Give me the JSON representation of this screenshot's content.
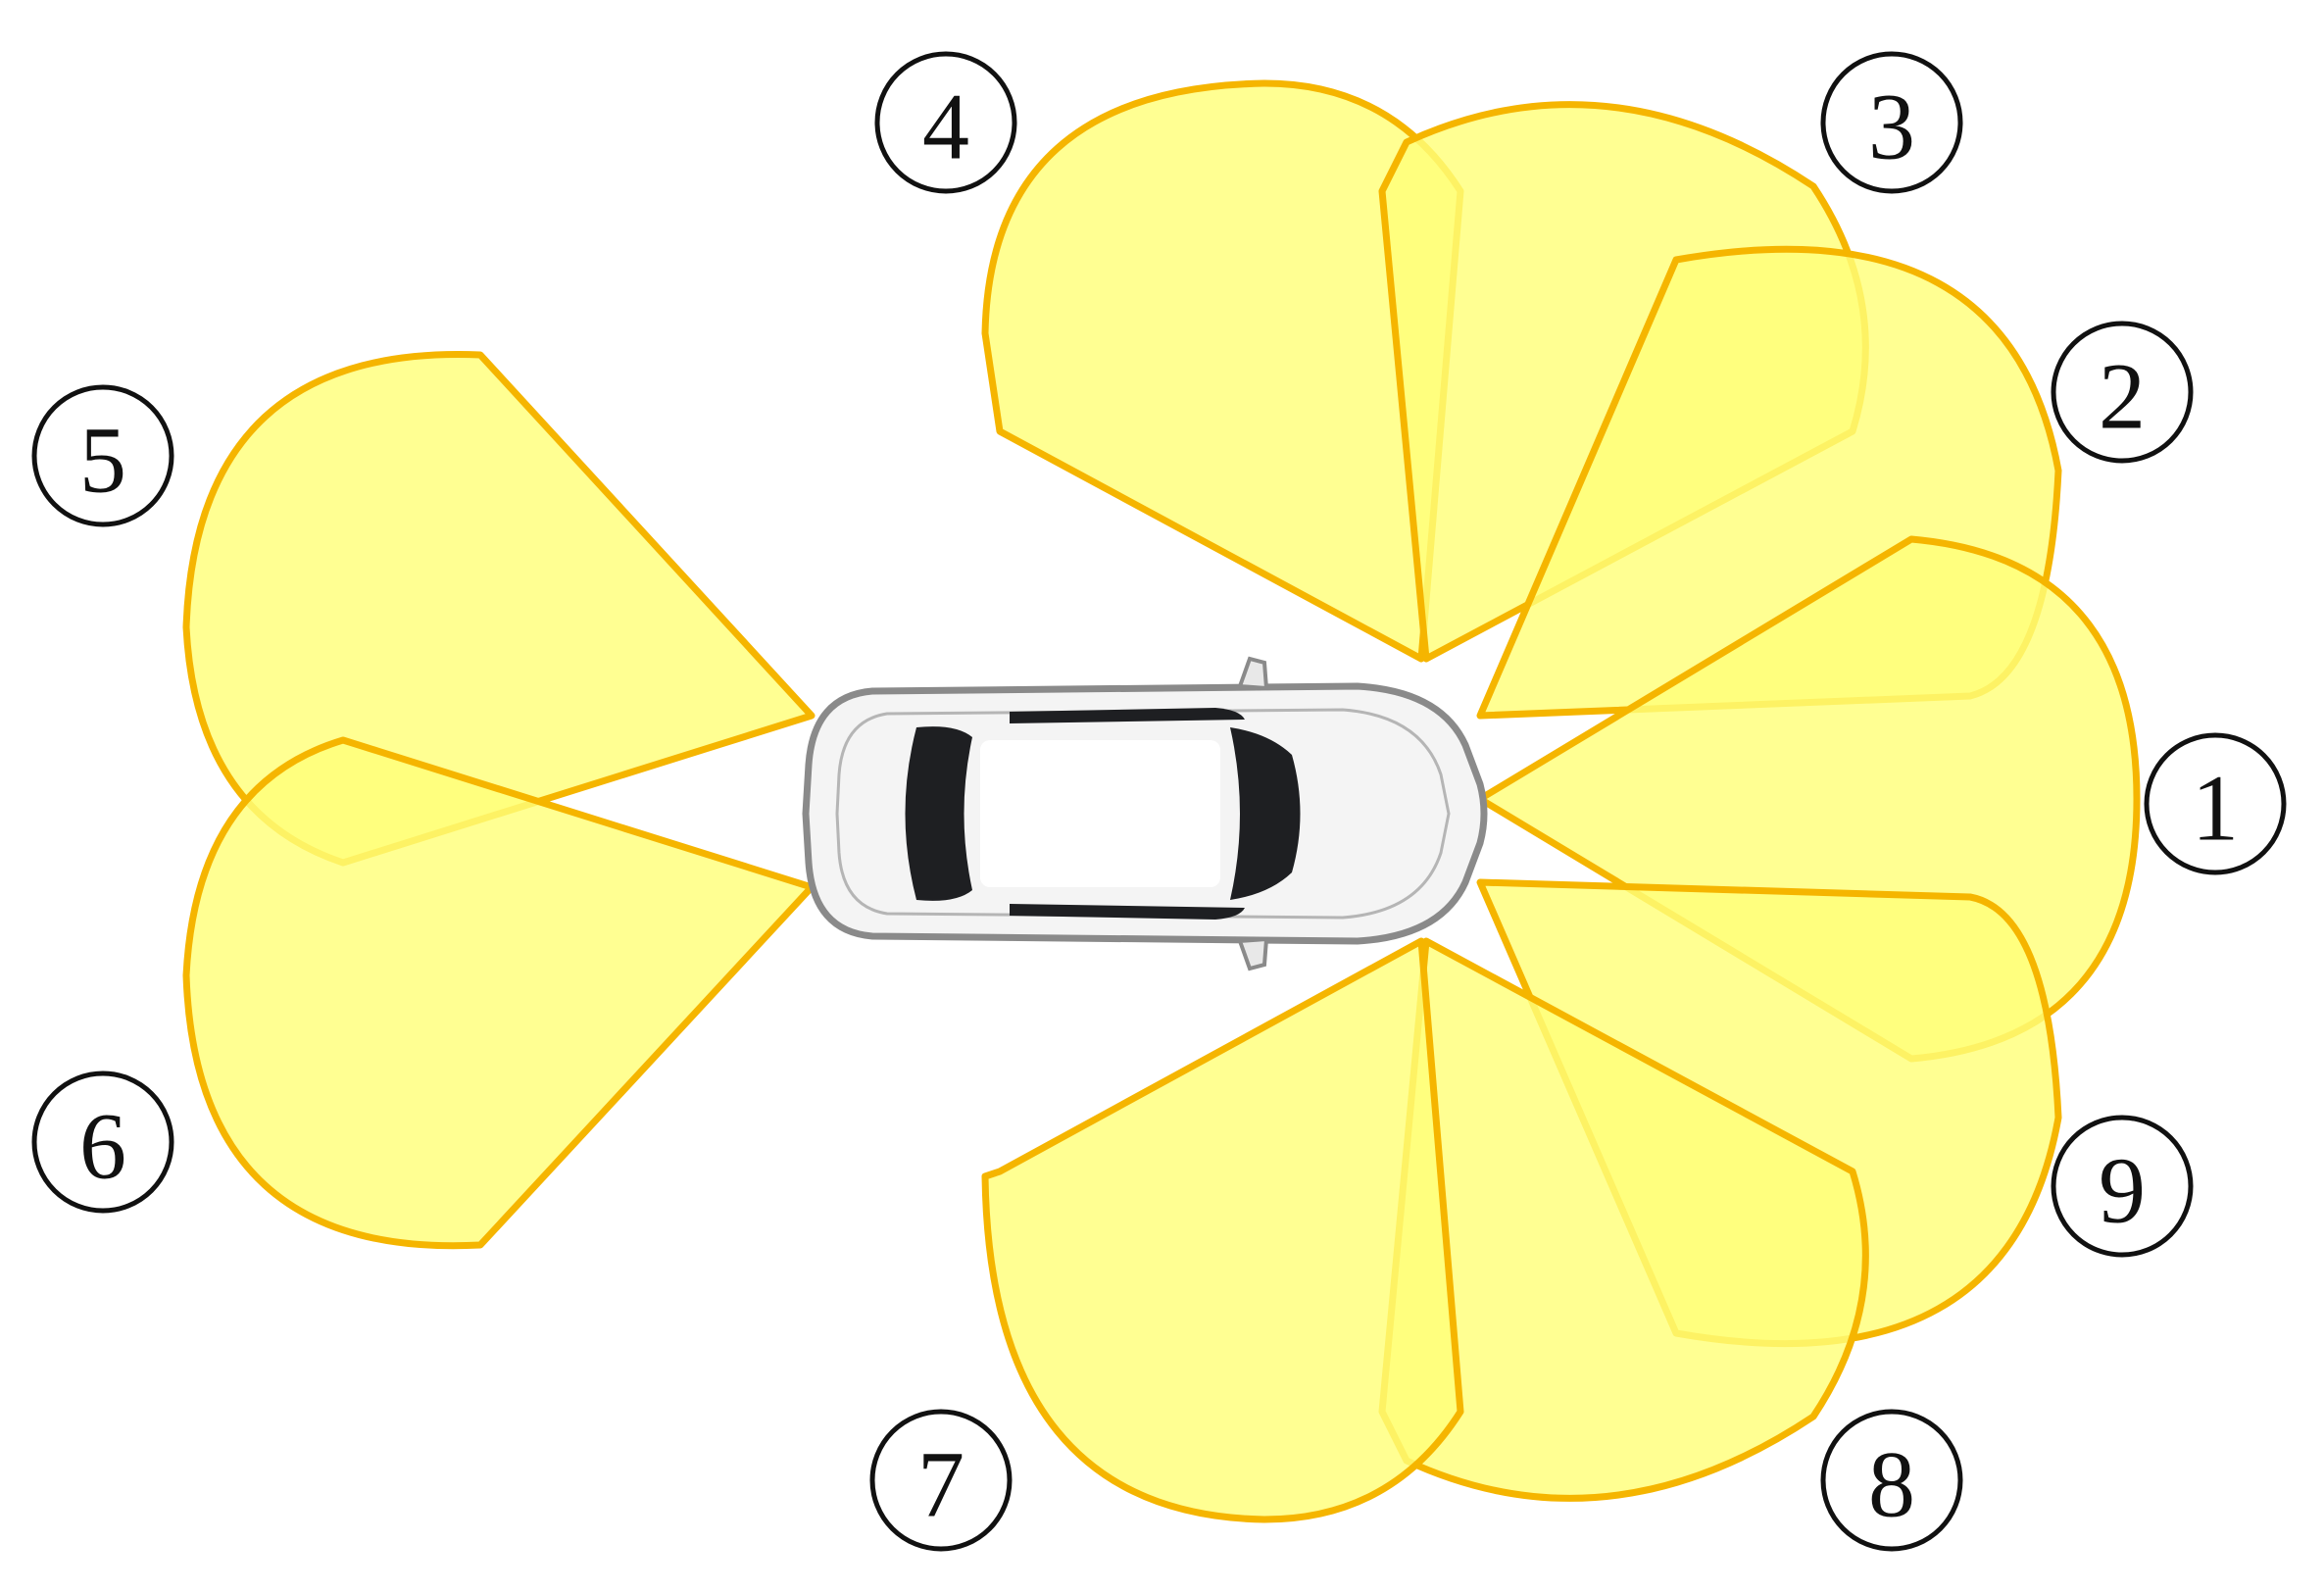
{
  "colors": {
    "coverage_fill": "#ffff7a",
    "coverage_stroke": "#f5b500",
    "car_body": "#f4f4f4",
    "car_outline": "#8a8a8a",
    "car_glass": "#1e1f22",
    "badge_stroke": "#111111"
  },
  "vehicle": {
    "icon": "car-top-view-icon"
  },
  "zones": [
    {
      "id": 1,
      "label": "1"
    },
    {
      "id": 2,
      "label": "2"
    },
    {
      "id": 3,
      "label": "3"
    },
    {
      "id": 4,
      "label": "4"
    },
    {
      "id": 5,
      "label": "5"
    },
    {
      "id": 6,
      "label": "6"
    },
    {
      "id": 7,
      "label": "7"
    },
    {
      "id": 8,
      "label": "8"
    },
    {
      "id": 9,
      "label": "9"
    }
  ]
}
